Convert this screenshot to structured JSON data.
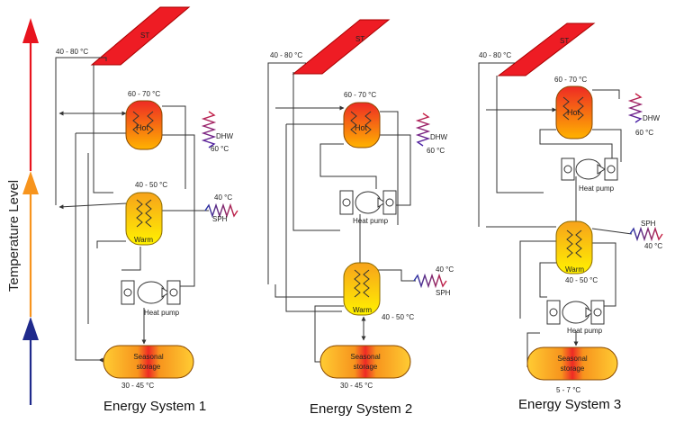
{
  "axis": {
    "label": "Temperature Level"
  },
  "solar": "ST",
  "systems": [
    {
      "title": "Energy System 1",
      "st_temp": "40 - 80 °C",
      "hot_name": "Hot",
      "hot_temp": "60 - 70 °C",
      "dhw": "DHW",
      "dhw_temp": "60 °C",
      "warm_name": "Warm",
      "warm_temp": "40 - 50 °C",
      "sph": "SPH",
      "sph_temp": "40 °C",
      "hp": "Heat pump",
      "storage_line1": "Seasonal",
      "storage_line2": "storage",
      "storage_temp": "30 - 45 °C"
    },
    {
      "title": "Energy System 2",
      "st_temp": "40 - 80 °C",
      "hot_name": "Hot",
      "hot_temp": "60 - 70 °C",
      "dhw": "DHW",
      "dhw_temp": "60 °C",
      "warm_name": "Warm",
      "warm_temp": "40 - 50 °C",
      "sph": "SPH",
      "sph_temp": "40 °C",
      "hp": "Heat pump",
      "storage_line1": "Seasonal",
      "storage_line2": "storage",
      "storage_temp": "30 - 45 °C"
    },
    {
      "title": "Energy System 3",
      "st_temp": "40 - 80 °C",
      "hot_name": "Hot",
      "hot_temp": "60 - 70 °C",
      "dhw": "DHW",
      "dhw_temp": "60 °C",
      "warm_name": "Warm",
      "warm_temp": "40 - 50 °C",
      "sph": "SPH",
      "sph_temp": "40 °C",
      "hp": "Heat pump",
      "hp2": "Heat pump",
      "storage_line1": "Seasonal",
      "storage_line2": "storage",
      "storage_temp": "5 - 7 °C"
    }
  ],
  "colors": {
    "arrow_high": "#e8141e",
    "arrow_mid": "#f7941d",
    "arrow_low": "#1f2a8c",
    "collector": "#ee1c24",
    "hot_top": "#ee2a24",
    "hot_bottom": "#ffb300",
    "warm_top": "#f7a21b",
    "warm_bottom": "#fff200",
    "storage_edge": "#ffcc33",
    "storage_center": "#ee2a24",
    "coil_dhw": "#cc2040",
    "coil_sph": "#2233aa"
  }
}
